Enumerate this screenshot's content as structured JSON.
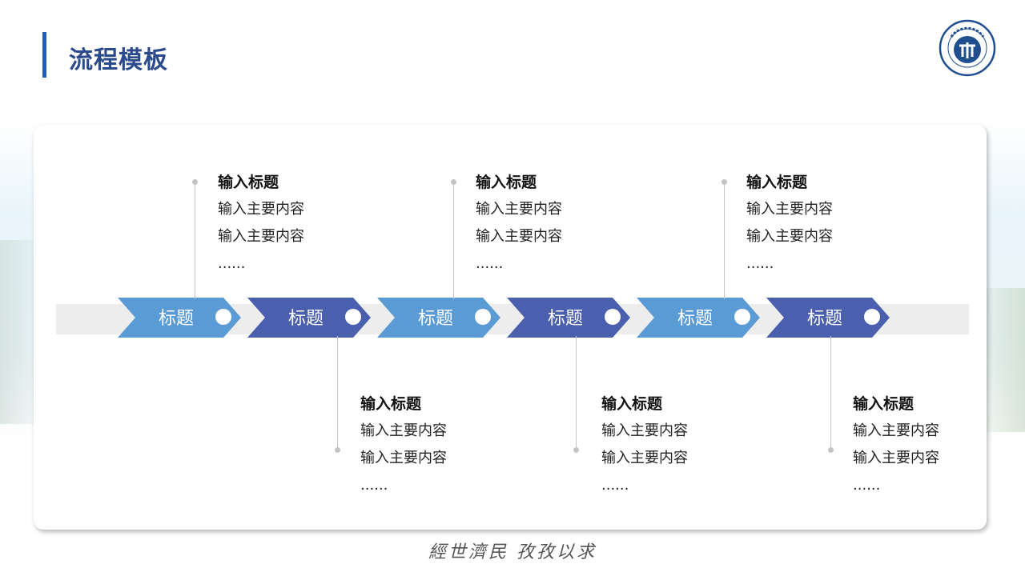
{
  "page": {
    "title": "流程模板"
  },
  "logo": {
    "icon": "university-seal-icon",
    "seal_text": "西南财经大学"
  },
  "chart_data": {
    "type": "process-flow",
    "steps": [
      {
        "label": "标题",
        "color": "#5b9bd5",
        "detail": {
          "position": "above",
          "title": "输入标题",
          "lines": [
            "输入主要内容",
            "输入主要内容",
            "......"
          ]
        }
      },
      {
        "label": "标题",
        "color": "#4a5fae",
        "detail": {
          "position": "below",
          "title": "输入标题",
          "lines": [
            "输入主要内容",
            "输入主要内容",
            "......"
          ]
        }
      },
      {
        "label": "标题",
        "color": "#5b9bd5",
        "detail": {
          "position": "above",
          "title": "输入标题",
          "lines": [
            "输入主要内容",
            "输入主要内容",
            "......"
          ]
        }
      },
      {
        "label": "标题",
        "color": "#4a5fae",
        "detail": {
          "position": "below",
          "title": "输入标题",
          "lines": [
            "输入主要内容",
            "输入主要内容",
            "......"
          ]
        }
      },
      {
        "label": "标题",
        "color": "#5b9bd5",
        "detail": {
          "position": "above",
          "title": "输入标题",
          "lines": [
            "输入主要内容",
            "输入主要内容",
            "......"
          ]
        }
      },
      {
        "label": "标题",
        "color": "#4a5fae",
        "detail": {
          "position": "below",
          "title": "输入标题",
          "lines": [
            "输入主要内容",
            "输入主要内容",
            "......"
          ]
        }
      }
    ]
  },
  "footer": {
    "motto": "經世濟民  孜孜以求"
  }
}
